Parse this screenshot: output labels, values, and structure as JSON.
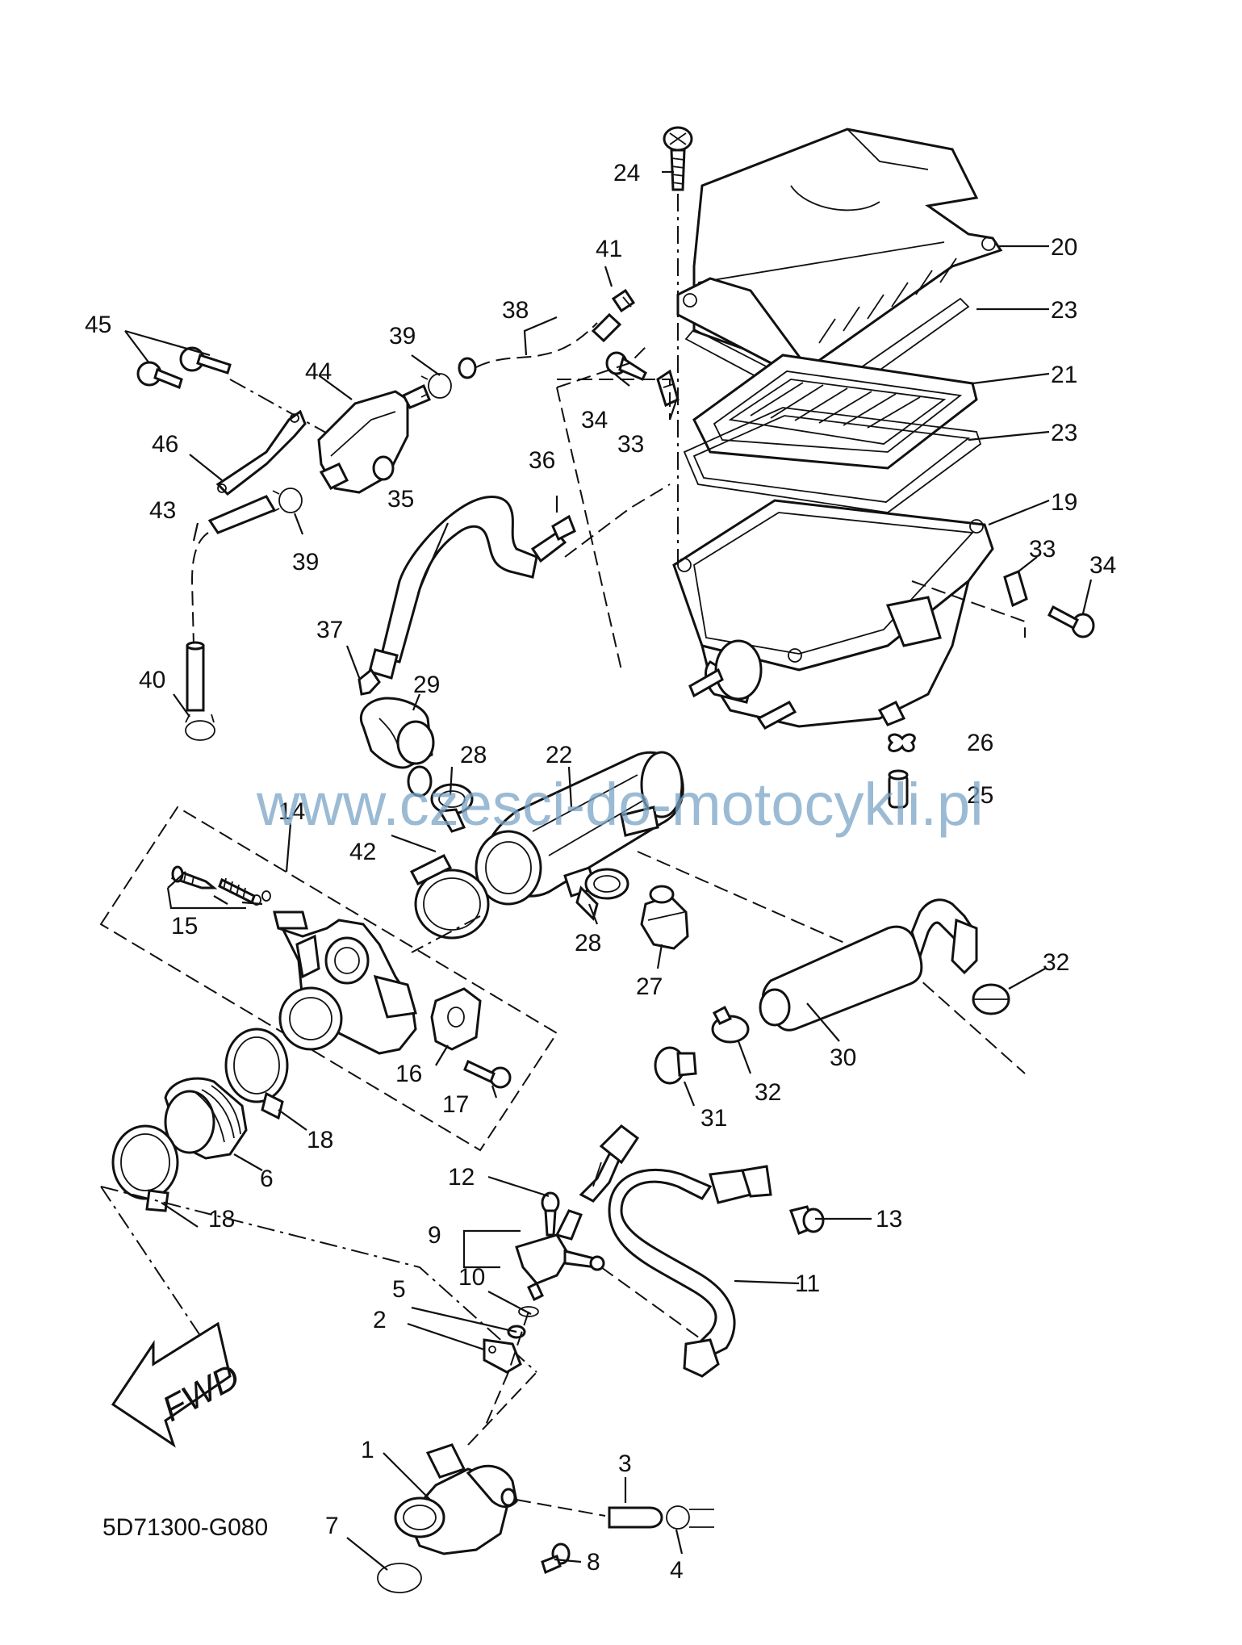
{
  "diagram": {
    "drawing_number": "5D71300-G080",
    "watermark": "www.czesci-do-motocykli.pl",
    "direction_label": "FWD",
    "callouts": [
      {
        "id": "c1",
        "label": "1"
      },
      {
        "id": "c2",
        "label": "2"
      },
      {
        "id": "c3",
        "label": "3"
      },
      {
        "id": "c4",
        "label": "4"
      },
      {
        "id": "c5",
        "label": "5"
      },
      {
        "id": "c6",
        "label": "6"
      },
      {
        "id": "c7",
        "label": "7"
      },
      {
        "id": "c8",
        "label": "8"
      },
      {
        "id": "c9",
        "label": "9"
      },
      {
        "id": "c10",
        "label": "10"
      },
      {
        "id": "c11",
        "label": "11"
      },
      {
        "id": "c12",
        "label": "12"
      },
      {
        "id": "c13",
        "label": "13"
      },
      {
        "id": "c14",
        "label": "14"
      },
      {
        "id": "c15",
        "label": "15"
      },
      {
        "id": "c16",
        "label": "16"
      },
      {
        "id": "c17",
        "label": "17"
      },
      {
        "id": "c18a",
        "label": "18"
      },
      {
        "id": "c18b",
        "label": "18"
      },
      {
        "id": "c19",
        "label": "19"
      },
      {
        "id": "c20",
        "label": "20"
      },
      {
        "id": "c21",
        "label": "21"
      },
      {
        "id": "c22",
        "label": "22"
      },
      {
        "id": "c23a",
        "label": "23"
      },
      {
        "id": "c23b",
        "label": "23"
      },
      {
        "id": "c24",
        "label": "24"
      },
      {
        "id": "c25",
        "label": "25"
      },
      {
        "id": "c26",
        "label": "26"
      },
      {
        "id": "c27",
        "label": "27"
      },
      {
        "id": "c28a",
        "label": "28"
      },
      {
        "id": "c28b",
        "label": "28"
      },
      {
        "id": "c29",
        "label": "29"
      },
      {
        "id": "c30",
        "label": "30"
      },
      {
        "id": "c31",
        "label": "31"
      },
      {
        "id": "c32a",
        "label": "32"
      },
      {
        "id": "c32b",
        "label": "32"
      },
      {
        "id": "c33a",
        "label": "33"
      },
      {
        "id": "c33b",
        "label": "33"
      },
      {
        "id": "c34a",
        "label": "34"
      },
      {
        "id": "c34b",
        "label": "34"
      },
      {
        "id": "c35",
        "label": "35"
      },
      {
        "id": "c36",
        "label": "36"
      },
      {
        "id": "c37",
        "label": "37"
      },
      {
        "id": "c38",
        "label": "38"
      },
      {
        "id": "c39a",
        "label": "39"
      },
      {
        "id": "c39b",
        "label": "39"
      },
      {
        "id": "c40",
        "label": "40"
      },
      {
        "id": "c41",
        "label": "41"
      },
      {
        "id": "c42",
        "label": "42"
      },
      {
        "id": "c43",
        "label": "43"
      },
      {
        "id": "c44",
        "label": "44"
      },
      {
        "id": "c45",
        "label": "45"
      },
      {
        "id": "c46",
        "label": "46"
      }
    ]
  }
}
